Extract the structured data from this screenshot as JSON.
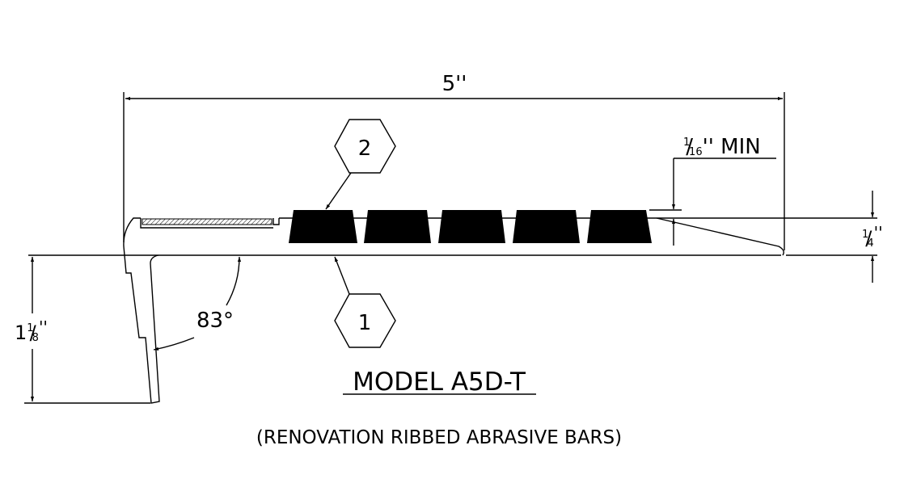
{
  "dimensions": {
    "overall_width": "5''",
    "gap_min": {
      "num": "1",
      "den": "16",
      "suffix": "'' MIN"
    },
    "thickness": {
      "num": "1",
      "den": "4",
      "suffix": "''"
    },
    "nose_depth": {
      "whole": "1",
      "num": "1",
      "den": "8",
      "suffix": "''"
    },
    "angle": "83°"
  },
  "callouts": {
    "item1": "1",
    "item2": "2"
  },
  "title": "MODEL A5D-T",
  "subtitle": "(RENOVATION RIBBED ABRASIVE BARS)",
  "colors": {
    "ink": "#000000",
    "background": "#ffffff"
  }
}
